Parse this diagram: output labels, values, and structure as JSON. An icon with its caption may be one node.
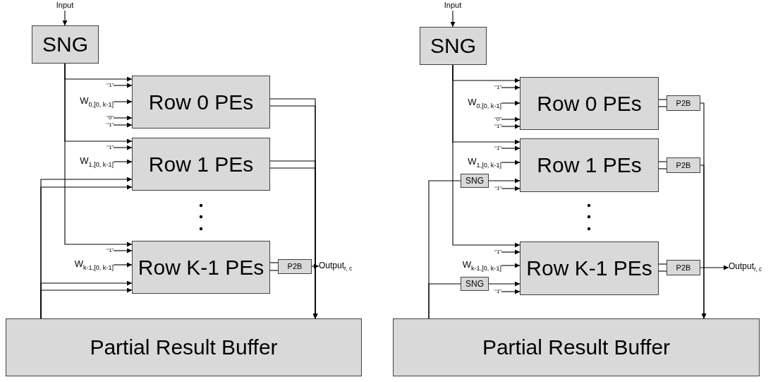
{
  "diagram": {
    "nodes": [
      {
        "text": [
          "Input"
        ]
      },
      {
        "text": [
          "SNG"
        ]
      },
      {
        "text": [
          "Row 0 PEs"
        ]
      },
      {
        "text": [
          "“1”"
        ]
      },
      {
        "text": [
          "W$_{0,[0, k-1]}$"
        ]
      },
      {
        "text": [
          "“0”"
        ]
      },
      {
        "text": [
          "“1”"
        ]
      },
      {
        "text": [
          "Row 1 PEs"
        ]
      },
      {
        "text": [
          "“1”"
        ]
      },
      {
        "text": [
          "W$_{1,[0, k-1]}$"
        ]
      },
      {
        "text": [
          "Row K-1 PEs"
        ]
      },
      {
        "text": [
          "“1”"
        ]
      },
      {
        "text": [
          "W$_{k-1,[0, k-1]}$"
        ]
      },
      {
        "text": [
          "P2B"
        ]
      },
      {
        "text": [
          "Output$_{r, c}$"
        ]
      },
      {
        "text": [
          "Partial Result Buffer"
        ]
      },
      {
        "text": [
          "Input"
        ]
      },
      {
        "text": [
          "SNG"
        ]
      },
      {
        "text": [
          "Row 0 PEs"
        ]
      },
      {
        "text": [
          "P2B"
        ]
      },
      {
        "text": [
          "“1”"
        ]
      },
      {
        "text": [
          "W$_{0,[0, k-1]}$"
        ]
      },
      {
        "text": [
          "“0”"
        ]
      },
      {
        "text": [
          "“1”"
        ]
      },
      {
        "text": [
          "Row 1 PEs"
        ]
      },
      {
        "text": [
          "P2B"
        ]
      },
      {
        "text": [
          "“1”"
        ]
      },
      {
        "text": [
          "W$_{1,[0, k-1]}$"
        ]
      },
      {
        "text": [
          "SNG"
        ]
      },
      {
        "text": [
          "“1”"
        ]
      },
      {
        "text": [
          "Row K-1 PEs"
        ]
      },
      {
        "text": [
          "P2B"
        ]
      },
      {
        "text": [
          "Output$_{r, c}$"
        ]
      },
      {
        "text": [
          "“1”"
        ]
      },
      {
        "text": [
          "W$_{k-1,[0, k-1]}$"
        ]
      },
      {
        "text": [
          "SNG"
        ]
      },
      {
        "text": [
          "“1”"
        ]
      },
      {
        "text": [
          "Partial Result Buffer"
        ]
      }
    ],
    "edges": [
      {
        "from": 0,
        "to": 1,
        "arrow": "to"
      },
      {
        "from": 1,
        "to": 2,
        "arrow": "to"
      },
      {
        "from": 1,
        "to": 7,
        "arrow": "to"
      },
      {
        "from": 1,
        "to": 10,
        "arrow": "to"
      },
      {
        "from": 3,
        "to": 2,
        "arrow": "to"
      },
      {
        "from": 4,
        "to": 2,
        "arrow": "to"
      },
      {
        "from": 5,
        "to": 2,
        "arrow": "to"
      },
      {
        "from": 6,
        "to": 2,
        "arrow": "to"
      },
      {
        "from": 8,
        "to": 7,
        "arrow": "to"
      },
      {
        "from": 9,
        "to": 7,
        "arrow": "to"
      },
      {
        "from": 15,
        "to": 7,
        "arrow": "to"
      },
      {
        "from": 15,
        "to": 7,
        "arrow": "to"
      },
      {
        "from": 11,
        "to": 10,
        "arrow": "to"
      },
      {
        "from": 12,
        "to": 10,
        "arrow": "to"
      },
      {
        "from": 15,
        "to": 10,
        "arrow": "to"
      },
      {
        "from": 15,
        "to": 10,
        "arrow": "to"
      },
      {
        "from": 2,
        "to": 15,
        "arrow": "to"
      },
      {
        "from": 2,
        "to": 15,
        "arrow": "to"
      },
      {
        "from": 7,
        "to": 15,
        "arrow": "to"
      },
      {
        "from": 7,
        "to": 15,
        "arrow": "to"
      },
      {
        "from": 10,
        "to": 13,
        "arrow": "none"
      },
      {
        "from": 10,
        "to": 13,
        "arrow": "none"
      },
      {
        "from": 13,
        "to": 14,
        "arrow": "to"
      },
      {
        "from": 16,
        "to": 17,
        "arrow": "to"
      },
      {
        "from": 17,
        "to": 18,
        "arrow": "to"
      },
      {
        "from": 17,
        "to": 24,
        "arrow": "to"
      },
      {
        "from": 17,
        "to": 30,
        "arrow": "to"
      },
      {
        "from": 20,
        "to": 18,
        "arrow": "to"
      },
      {
        "from": 21,
        "to": 18,
        "arrow": "to"
      },
      {
        "from": 22,
        "to": 18,
        "arrow": "to"
      },
      {
        "from": 23,
        "to": 18,
        "arrow": "to"
      },
      {
        "from": 18,
        "to": 19,
        "arrow": "none"
      },
      {
        "from": 18,
        "to": 19,
        "arrow": "none"
      },
      {
        "from": 26,
        "to": 24,
        "arrow": "to"
      },
      {
        "from": 27,
        "to": 24,
        "arrow": "to"
      },
      {
        "from": 28,
        "to": 24,
        "arrow": "to"
      },
      {
        "from": 29,
        "to": 24,
        "arrow": "to"
      },
      {
        "from": 24,
        "to": 25,
        "arrow": "none"
      },
      {
        "from": 24,
        "to": 25,
        "arrow": "none"
      },
      {
        "from": 37,
        "to": 28,
        "arrow": "none"
      },
      {
        "from": 33,
        "to": 30,
        "arrow": "to"
      },
      {
        "from": 34,
        "to": 30,
        "arrow": "to"
      },
      {
        "from": 35,
        "to": 30,
        "arrow": "to"
      },
      {
        "from": 36,
        "to": 30,
        "arrow": "to"
      },
      {
        "from": 37,
        "to": 35,
        "arrow": "none"
      },
      {
        "from": 30,
        "to": 31,
        "arrow": "none"
      },
      {
        "from": 30,
        "to": 31,
        "arrow": "none"
      },
      {
        "from": 19,
        "to": 37,
        "arrow": "to"
      },
      {
        "from": 25,
        "to": 37,
        "arrow": "to"
      },
      {
        "from": 31,
        "to": 32,
        "arrow": "to"
      }
    ]
  }
}
